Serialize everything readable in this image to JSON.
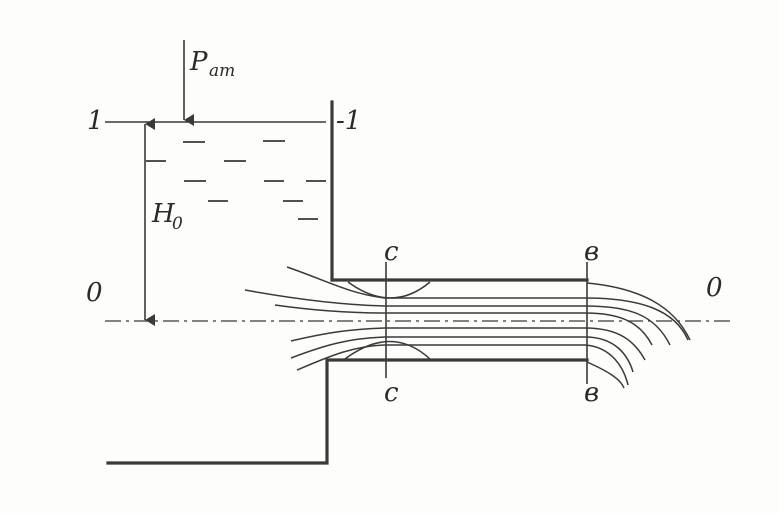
{
  "labels": {
    "section_1_left": "1",
    "section_1_right": "-1",
    "pressure_main": "P",
    "pressure_sub": "ат",
    "head_main": "H",
    "head_sub": "0",
    "axis_left": "0",
    "axis_right": "0",
    "section_c_top": "с",
    "section_c_bottom": "с",
    "section_v_top": "в",
    "section_v_bottom": "в"
  }
}
